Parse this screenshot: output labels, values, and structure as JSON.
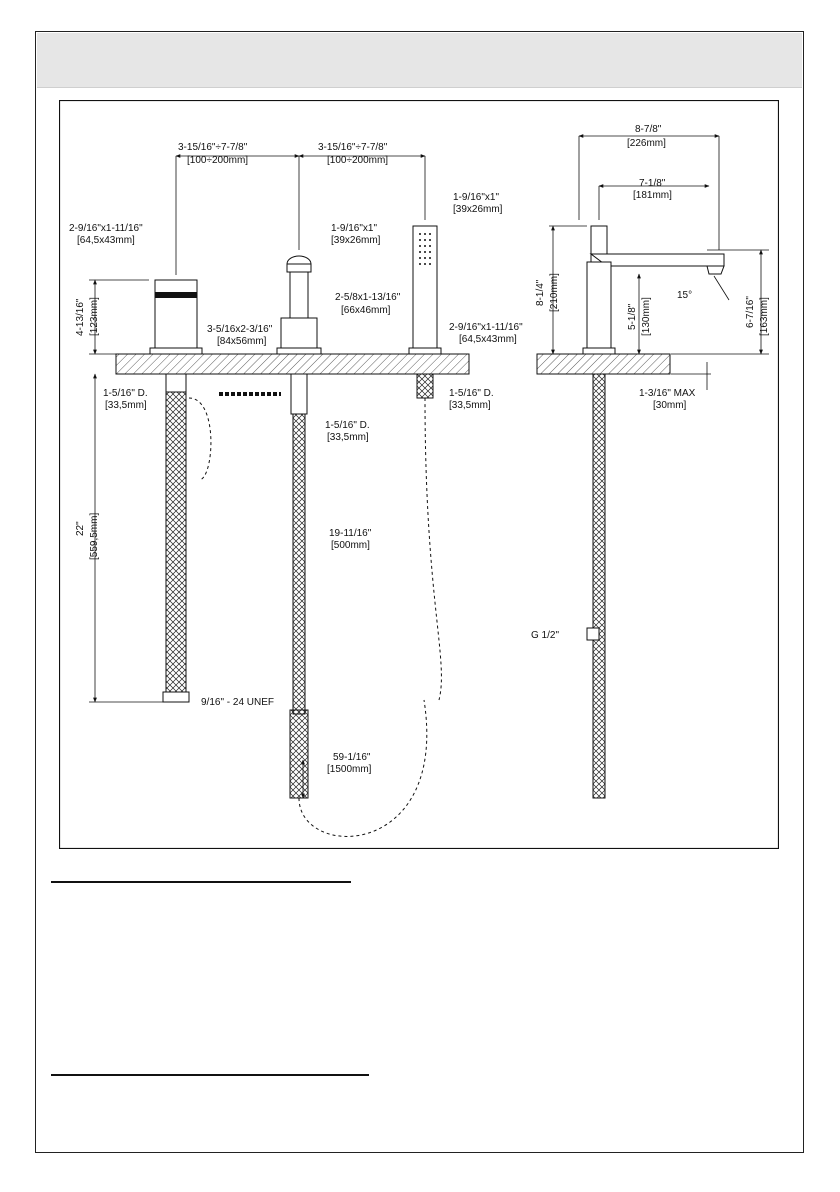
{
  "drawing": {
    "labels": {
      "spacing_left": "3-15/16\"÷7-7/8\"",
      "spacing_left_mm": "[100÷200mm]",
      "spacing_right": "3-15/16\"÷7-7/8\"",
      "spacing_right_mm": "[100÷200mm]",
      "handle_size": "2-9/16\"x1-11/16\"",
      "handle_size_mm": "[64,5x43mm]",
      "valve_top": "1-9/16\"x1\"",
      "valve_top_mm": "[39x26mm]",
      "valve_body": "2-5/8x1-13/16\"",
      "valve_body_mm": "[66x46mm]",
      "base_size": "3-5/16x2-3/16\"",
      "base_size_mm": "[84x56mm]",
      "shower_top": "1-9/16\"x1\"",
      "shower_top_mm": "[39x26mm]",
      "shower_base": "2-9/16\"x1-11/16\"",
      "shower_base_mm": "[64,5x43mm]",
      "handle_height": "4-13/16\"",
      "handle_height_mm": "[123mm]",
      "hole_left": "1-5/16\" D.",
      "hole_left_mm": "[33,5mm]",
      "hole_mid": "1-5/16\" D.",
      "hole_mid_mm": "[33,5mm]",
      "hole_right": "1-5/16\" D.",
      "hole_right_mm": "[33,5mm]",
      "hose_length": "22\"",
      "hose_length_mm": "[559,5mm]",
      "mid_hose": "19-11/16\"",
      "mid_hose_mm": "[500mm]",
      "thread": "9/16\" - 24 UNEF",
      "shower_hose": "59-1/16\"",
      "shower_hose_mm": "[1500mm]",
      "spout_reach": "8-7/8\"",
      "spout_reach_mm": "[226mm]",
      "spout_arm": "7-1/8\"",
      "spout_arm_mm": "[181mm]",
      "spout_total_h": "8-1/4\"",
      "spout_total_h_mm": "[210mm]",
      "spout_body_h": "5-1/8\"",
      "spout_body_h_mm": "[130mm]",
      "spout_outlet_h": "6-7/16\"",
      "spout_outlet_h_mm": "[163mm]",
      "angle": "15°",
      "deck_max": "1-3/16\" MAX",
      "deck_max_mm": "[30mm]",
      "connector": "G 1/2\""
    }
  },
  "colors": {
    "ink": "#111111",
    "header_band": "#e6e6e6",
    "sheet_border": "#222222"
  }
}
